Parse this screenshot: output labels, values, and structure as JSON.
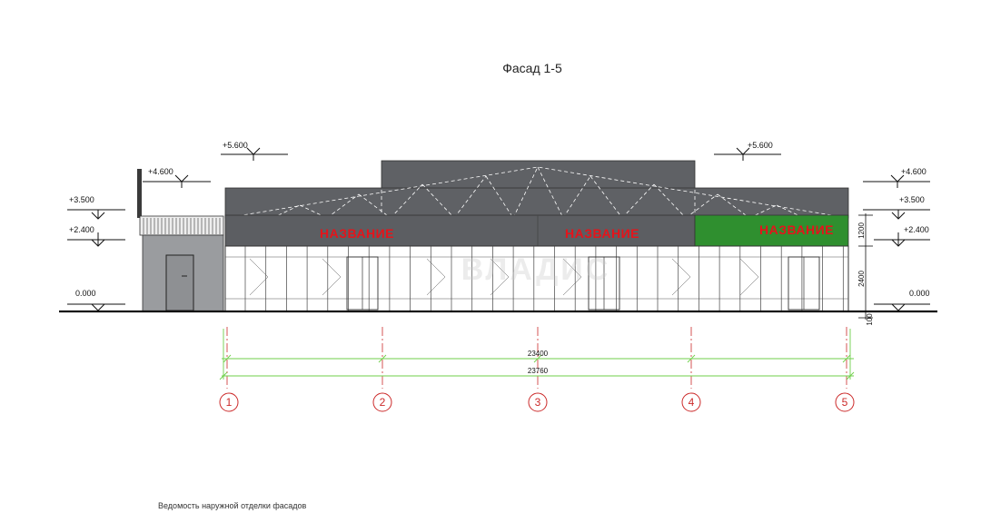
{
  "title": "Фасад 1-5",
  "levels": {
    "l5600": "+5.600",
    "l4600": "+4.600",
    "l3500": "+3.500",
    "l2400": "+2.400",
    "l0": "0.000"
  },
  "signs": [
    "НАЗВАНИЕ",
    "НАЗВАНИЕ",
    "НАЗВАНИЕ"
  ],
  "dimensions": {
    "total_axes": "23400",
    "total_overall": "23760",
    "sign_height": "1200",
    "glazing_height": "2400",
    "plinth": "100"
  },
  "axes": [
    "1",
    "2",
    "3",
    "4",
    "5"
  ],
  "watermark": "ВЛАДИС",
  "footer": "Ведомость наружной отделки фасадов",
  "colors": {
    "roof": "#5f6165",
    "wall": "#5c5e62",
    "annex": "#9a9c9f",
    "sign_green": "#2f8f2f",
    "sign_red": "#e4141b",
    "axis_red": "#cc2a2a",
    "dim_green": "#6fcf4a"
  }
}
